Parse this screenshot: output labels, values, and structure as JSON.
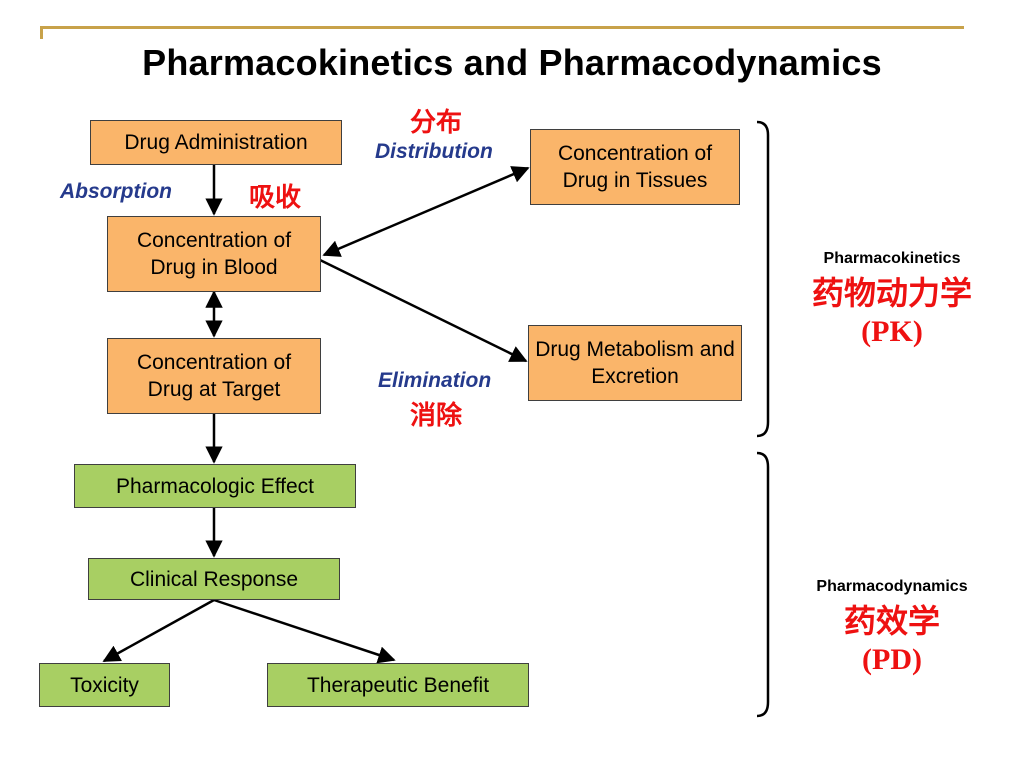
{
  "title": "Pharmacokinetics and Pharmacodynamics",
  "nodes": {
    "drug_administration": "Drug Administration",
    "conc_blood": "Concentration of Drug in Blood",
    "conc_target": "Concentration of Drug at Target",
    "conc_tissues": "Concentration of Drug in Tissues",
    "metabolism": "Drug Metabolism and Excretion",
    "effect": "Pharmacologic Effect",
    "response": "Clinical Response",
    "toxicity": "Toxicity",
    "benefit": "Therapeutic Benefit"
  },
  "edge_labels": {
    "absorption": "Absorption",
    "absorption_cn": "吸收",
    "distribution": "Distribution",
    "distribution_cn": "分布",
    "elimination": "Elimination",
    "elimination_cn": "消除"
  },
  "groups": {
    "pk": {
      "en": "Pharmacokinetics",
      "cn": "药物动力学",
      "abbr": "(PK)"
    },
    "pd": {
      "en": "Pharmacodynamics",
      "cn": "药效学",
      "abbr": "(PD)"
    }
  },
  "colors": {
    "pk_box": "#fab56a",
    "pd_box": "#a8cf63",
    "label_blue": "#253a8c",
    "label_red": "#ee1111",
    "rule_gold": "#c8a24a"
  }
}
